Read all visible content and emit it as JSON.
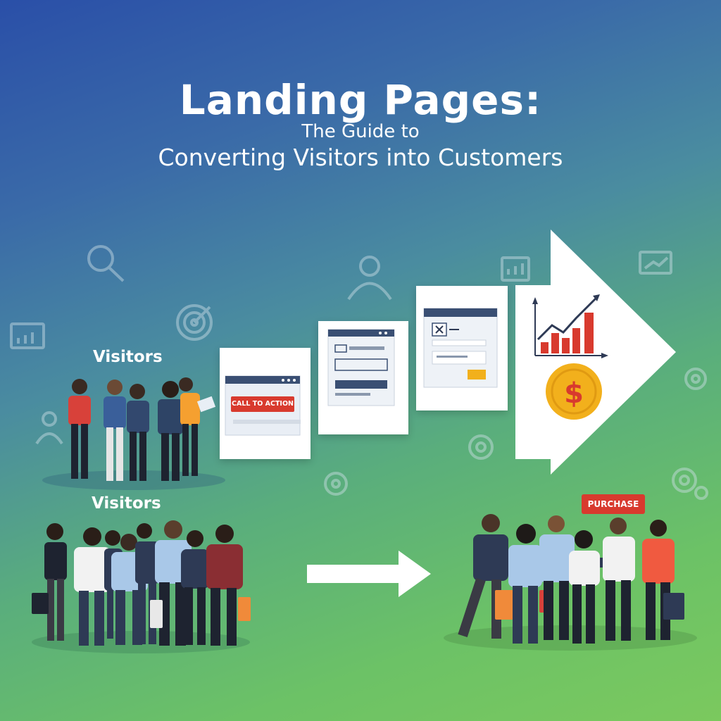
{
  "header": {
    "title": "Landing Pages:",
    "subtitle_line1": "The Guide to",
    "subtitle_line2": "Converting Visitors into Customers"
  },
  "groups": {
    "visitors_label_1": "Visitors",
    "visitors_label_2": "Visitors"
  },
  "funnel": {
    "cta_label": "CALL TO ACTION",
    "dollar_symbol": "$"
  },
  "customers": {
    "purchase_label": "PURCHASE"
  },
  "colors": {
    "accent_red": "#d83a2e",
    "coin_gold": "#f2b01c",
    "navy": "#2e3a55",
    "gradient_top": "#2a4fa8",
    "gradient_bottom": "#7bc95e"
  }
}
